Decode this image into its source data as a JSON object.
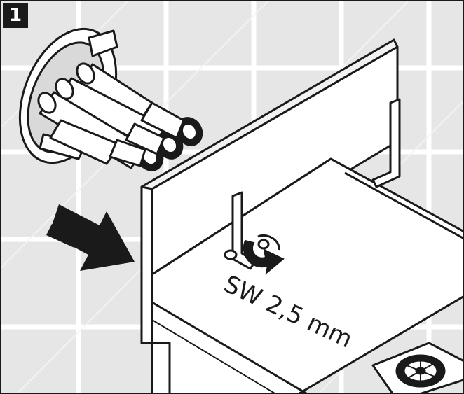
{
  "step": {
    "number": "1"
  },
  "illustration": {
    "wrench_size_label": "SW 2,5 mm",
    "icons": [
      "wall-tiles",
      "wall-bracket-with-connectors",
      "spout-plate",
      "allen-key",
      "grub-screw",
      "rotation-arrow",
      "push-direction-arrow",
      "drain-grate"
    ]
  },
  "colors": {
    "tile_fill": "#e8e8e8",
    "line": "#1a1a1a",
    "part_fill": "#ffffff",
    "arrow": "#1a1a1a"
  }
}
